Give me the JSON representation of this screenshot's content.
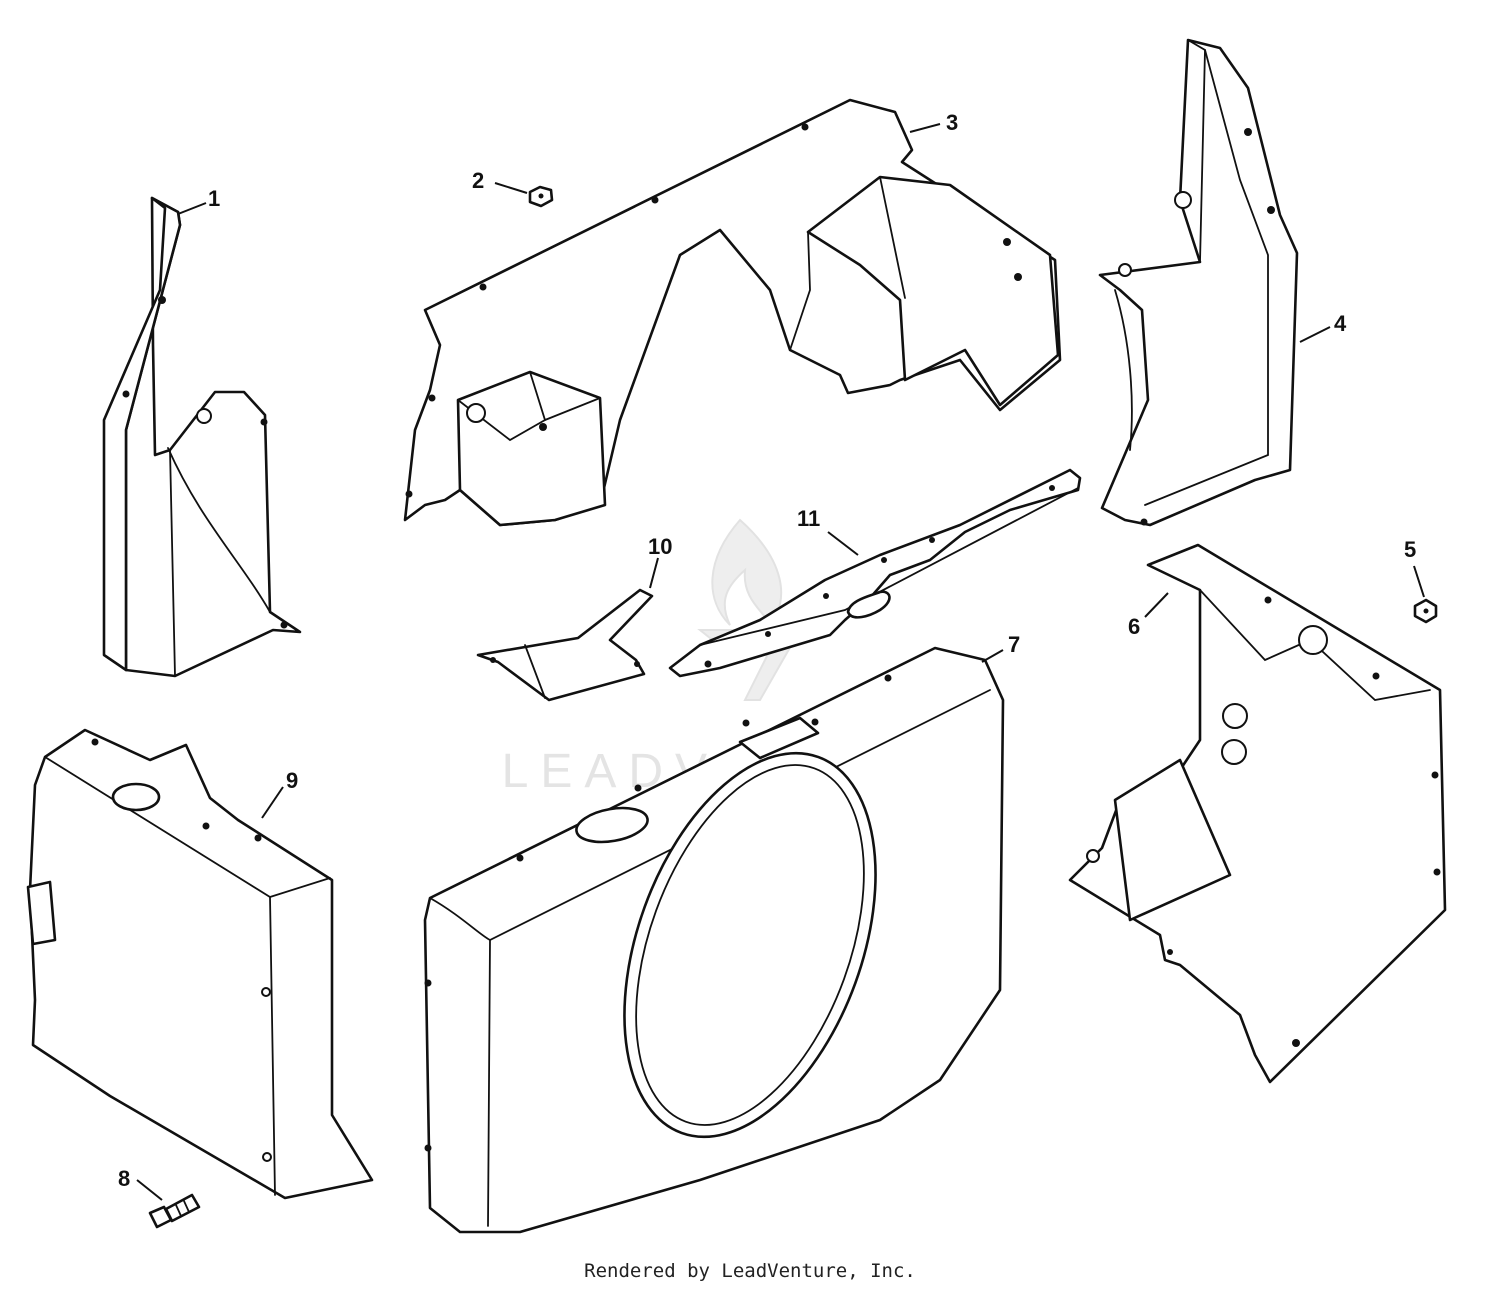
{
  "watermark": {
    "text": "LEADVENTURE"
  },
  "callouts": [
    {
      "id": "c1",
      "label": "1"
    },
    {
      "id": "c2",
      "label": "2"
    },
    {
      "id": "c3",
      "label": "3"
    },
    {
      "id": "c4",
      "label": "4"
    },
    {
      "id": "c5",
      "label": "5"
    },
    {
      "id": "c6",
      "label": "6"
    },
    {
      "id": "c7",
      "label": "7"
    },
    {
      "id": "c8",
      "label": "8"
    },
    {
      "id": "c9",
      "label": "9"
    },
    {
      "id": "c10",
      "label": "10"
    },
    {
      "id": "c11",
      "label": "11"
    }
  ],
  "footer": {
    "text": "Rendered by LeadVenture, Inc."
  }
}
